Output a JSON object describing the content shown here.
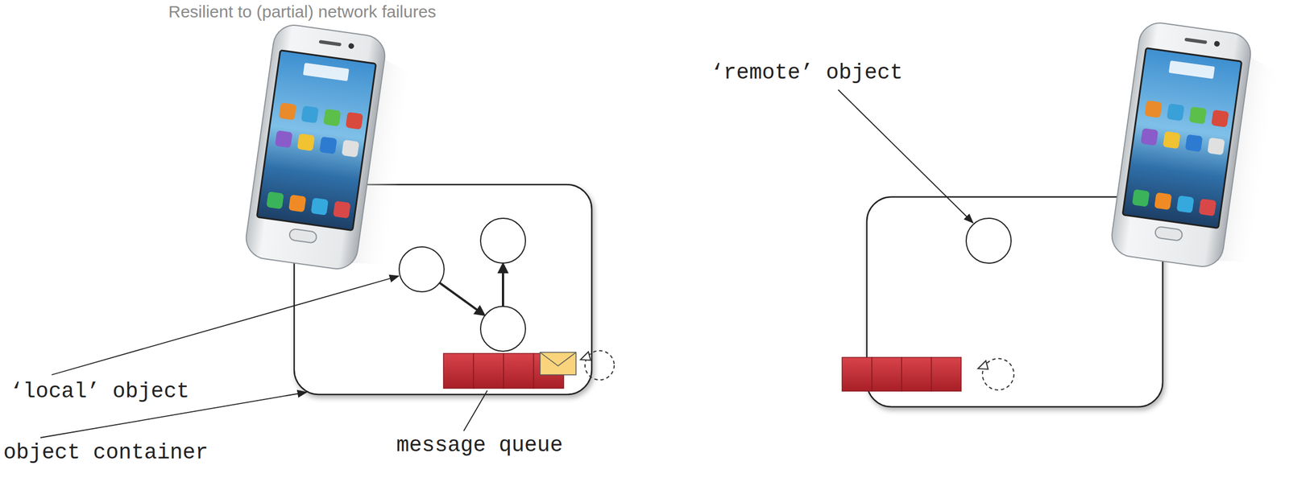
{
  "diagram": {
    "title": "Resilient to (partial) network failures",
    "labels": [
      "‘remote’ object",
      "‘local’ object",
      "message queue",
      "object container"
    ]
  }
}
